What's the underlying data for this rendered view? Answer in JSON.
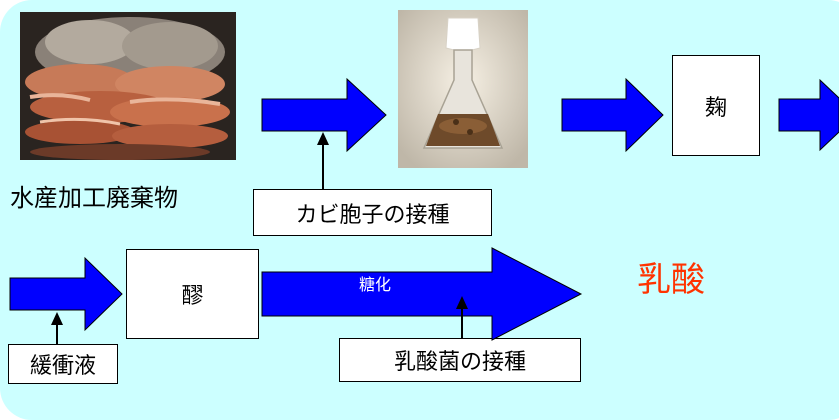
{
  "background_color": "#ccffff",
  "arrow_color": "#0000ff",
  "result_color": "#ff3300",
  "labels": {
    "waste": "水産加工廃棄物",
    "spore_inoculation": "カビ胞子の接種",
    "koji": "麹",
    "moromi": "醪",
    "buffer": "緩衝液",
    "saccharification": "糖化",
    "lab_inoculation": "乳酸菌の接種",
    "lactic_acid": "乳酸"
  },
  "images": [
    {
      "name": "crab-waste-photo",
      "subject": "crab shells"
    },
    {
      "name": "flask-photo",
      "subject": "culture flask"
    }
  ]
}
